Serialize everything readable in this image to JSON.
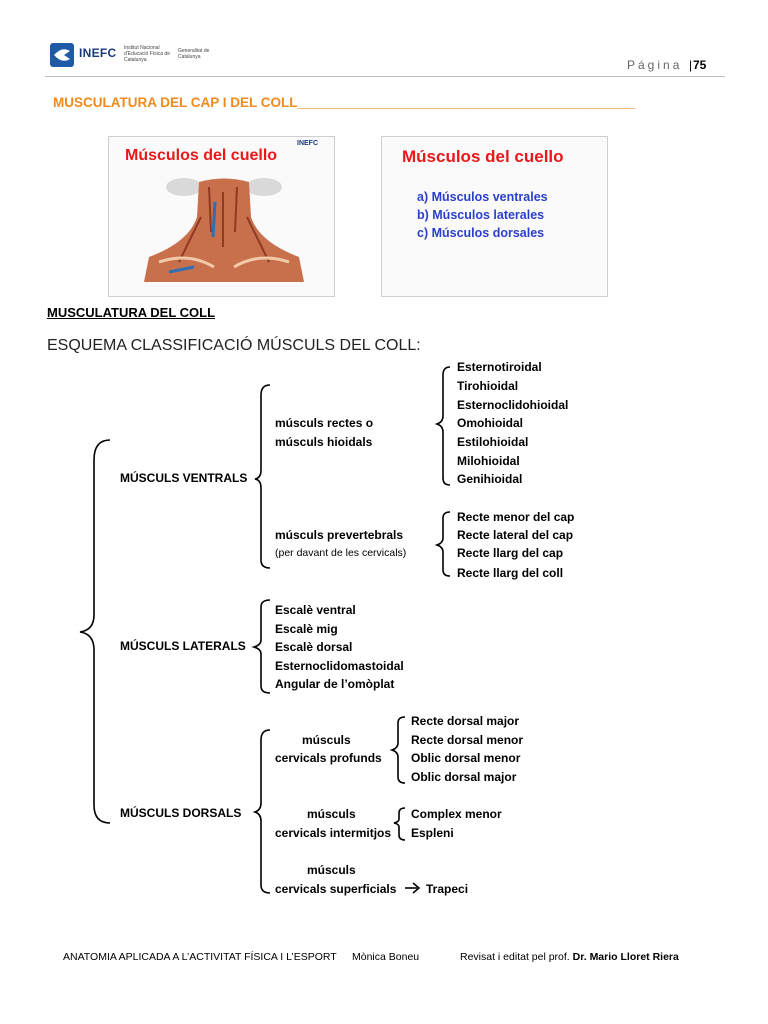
{
  "header": {
    "logo_text": "INEFC",
    "logo_sub": "Institut Nacional d'Educació Física de Catalunya",
    "gov_text": "Generalitat de Catalunya",
    "page_label": "Página",
    "page_number": "75"
  },
  "section_title": "MUSCULATURA DEL CAP I DEL COLL_____________________________________________",
  "slides": {
    "left": {
      "title": "Músculos del cuello",
      "logo": "INEFC"
    },
    "right": {
      "title": "Músculos del cuello",
      "items": [
        "a) Músculos ventrales",
        "b) Músculos laterales",
        "c) Músculos dorsales"
      ]
    }
  },
  "subheading": "MUSCULATURA DEL COLL",
  "schema_title": "ESQUEMA CLASSIFICACIÓ MÚSCULS DEL COLL:",
  "schema": {
    "ventral": {
      "label": "MÚSCULS VENTRALS",
      "group1_l1": "músculs rectes o",
      "group1_l2": "músculs hioidals",
      "group1_items": [
        "Esternotiroidal",
        "Tirohioidal",
        "Esternoclidohioidal",
        "Omohioidal",
        "Estilohioidal",
        "Milohioidal",
        "Genihioidal"
      ],
      "group2_l1": "músculs prevertebrals",
      "group2_l2": "(per davant de les cervicals)",
      "group2_items": [
        "Recte menor del cap",
        "Recte lateral del cap",
        "Recte llarg del cap",
        "Recte llarg del coll"
      ]
    },
    "lateral": {
      "label": "MÚSCULS LATERALS",
      "items": [
        "Escalè ventral",
        "Escalè mig",
        "Escalè dorsal",
        "Esternoclidomastoidal",
        "Angular de l’omòplat"
      ]
    },
    "dorsal": {
      "label": "MÚSCULS  DORSALS",
      "g1_l1": "músculs",
      "g1_l2": "cervicals profunds",
      "g1_items": [
        "Recte dorsal major",
        "Recte dorsal menor",
        "Oblic dorsal menor",
        "Oblic dorsal major"
      ],
      "g2_l1": "músculs",
      "g2_l2": "cervicals intermitjos",
      "g2_items": [
        "Complex menor",
        "Espleni"
      ],
      "g3_l1": "músculs",
      "g3_l2": "cervicals superficials",
      "g3_item": "Trapeci"
    }
  },
  "footer": {
    "course": "ANATOMIA APLICADA A L’ACTIVITAT FÍSICA I L’ESPORT",
    "author": "Mònica Boneu",
    "revised_prefix": "Revisat i editat pel prof.",
    "revised_name": "Dr. Mario Lloret Riera"
  }
}
